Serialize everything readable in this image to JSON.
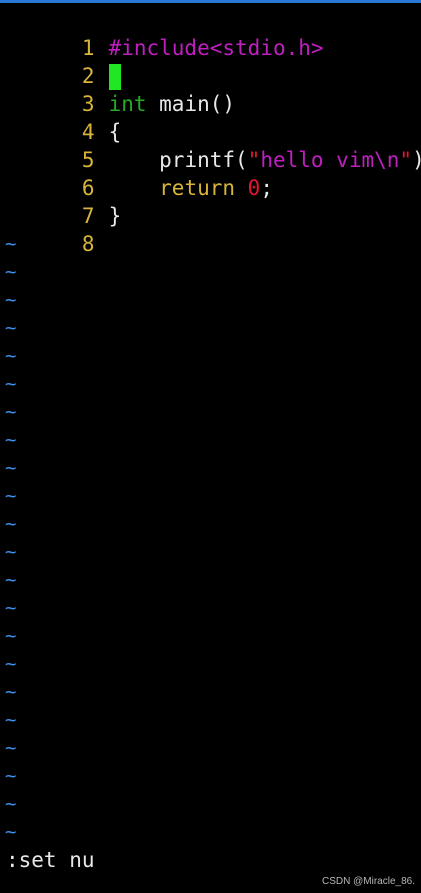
{
  "editor": {
    "lines": [
      {
        "num": "1"
      },
      {
        "num": "2"
      },
      {
        "num": "3"
      },
      {
        "num": "4"
      },
      {
        "num": "5"
      },
      {
        "num": "6"
      },
      {
        "num": "7"
      },
      {
        "num": "8"
      }
    ],
    "line1": {
      "include": "#include",
      "header": "<stdio.h>"
    },
    "line3": {
      "type": "int",
      "rest": " main()"
    },
    "line4": {
      "text": "{"
    },
    "line5": {
      "indent": "    ",
      "func": "printf(",
      "q1": "\"",
      "str": "hello vim",
      "esc": "\\n",
      "q2": "\"",
      "tail": ");"
    },
    "line6": {
      "indent": "    ",
      "ret": "return",
      "sp": " ",
      "num": "0",
      "semi": ";"
    },
    "line7": {
      "text": "}"
    },
    "tilde": "~"
  },
  "command_line": {
    "text": ":set nu"
  },
  "watermark": {
    "text": "CSDN @Miracle_86."
  },
  "colors": {
    "line_number": "#d7b43a",
    "preprocessor": "#c01fc0",
    "type_keyword": "#27a827",
    "string": "#c01fc0",
    "number": "#e0172f",
    "cursor": "#21e621",
    "tilde": "#3f8fe8"
  }
}
